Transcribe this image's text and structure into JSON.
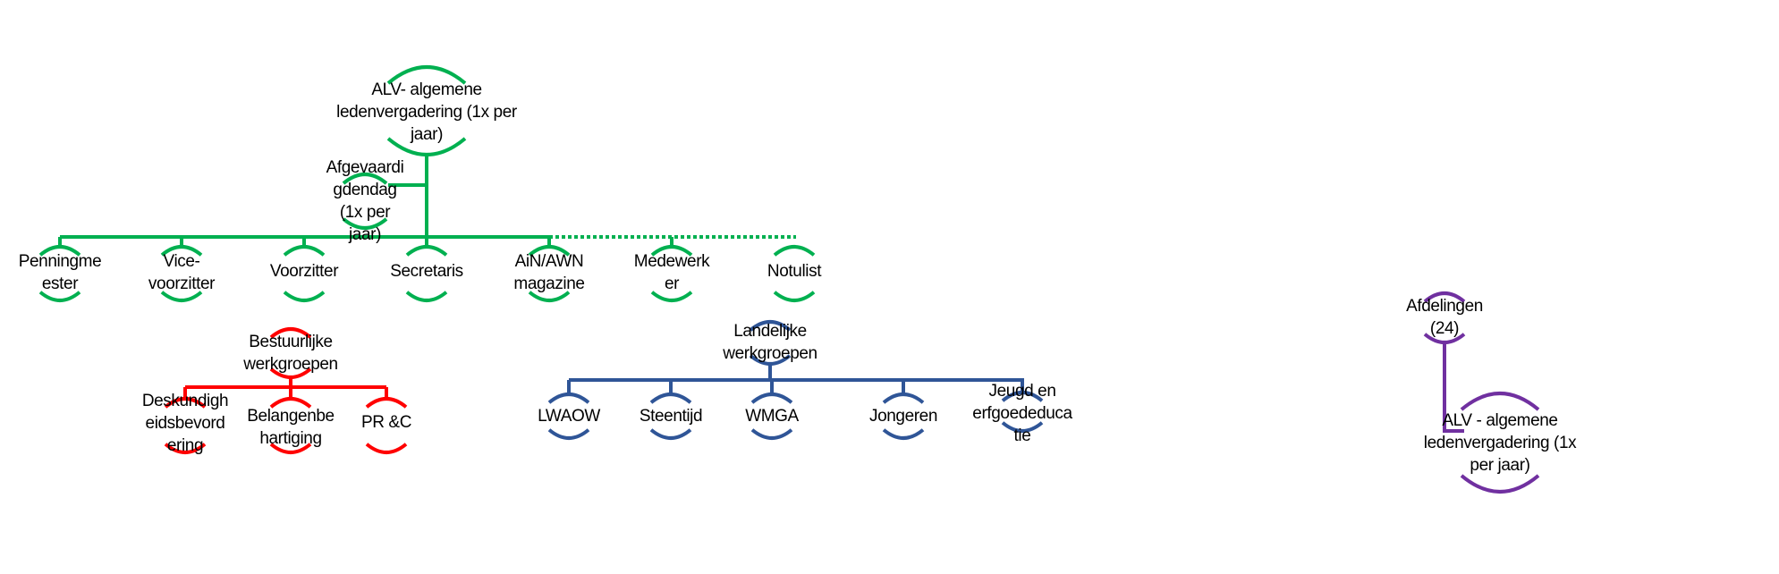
{
  "colors": {
    "board": "#00b050",
    "bestuurlijk": "#ff0000",
    "landelijk": "#2f5597",
    "afdelingen": "#7030a0"
  },
  "nodes": {
    "alv_top": [
      "ALV- algemene",
      "ledenvergadering (1x per",
      "jaar)"
    ],
    "afgevaardigdendag": [
      "Afgevaardi",
      "gdendag",
      "(1x per",
      "jaar)"
    ],
    "penningmeester": [
      "Penningme",
      "ester"
    ],
    "vicevoorzitter": [
      "Vice-",
      "voorzitter"
    ],
    "voorzitter": [
      "Voorzitter"
    ],
    "secretaris": [
      "Secretaris"
    ],
    "ain_awn": [
      "AiN/AWN",
      "magazine"
    ],
    "medewerker": [
      "Medewerk",
      "er"
    ],
    "notulist": [
      "Notulist"
    ],
    "bestuurlijke": [
      "Bestuurlijke",
      "werkgroepen"
    ],
    "deskundigheid": [
      "Deskundigh",
      "eidsbevord",
      "ering"
    ],
    "belangenbehartiging": [
      "Belangenbe",
      "hartiging"
    ],
    "prc": [
      "PR &C"
    ],
    "landelijke": [
      "Landelijke",
      "werkgroepen"
    ],
    "lwaow": [
      "LWAOW"
    ],
    "steentijd": [
      "Steentijd"
    ],
    "wmga": [
      "WMGA"
    ],
    "jongeren": [
      "Jongeren"
    ],
    "jeugd": [
      "Jeugd en",
      "erfgoededuca",
      "tie"
    ],
    "afdelingen": [
      "Afdelingen",
      "(24)"
    ],
    "alv_afdelingen": [
      "ALV - algemene",
      "ledenvergadering (1x",
      "per jaar)"
    ]
  }
}
